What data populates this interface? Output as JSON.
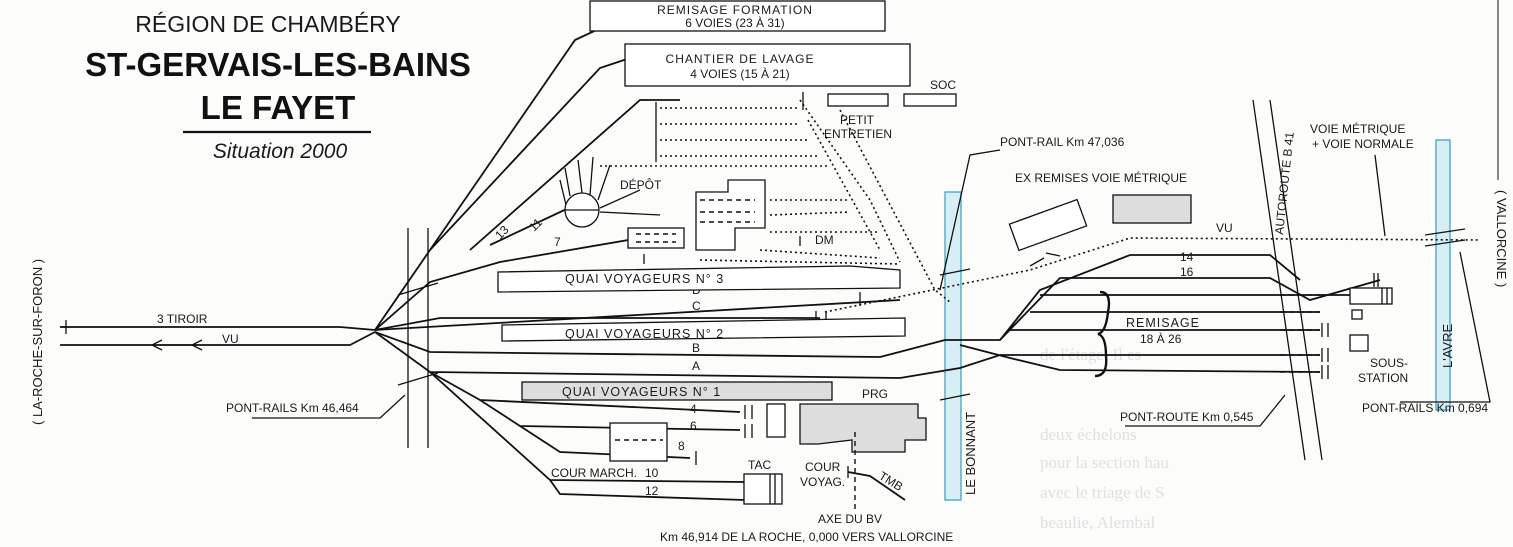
{
  "header": {
    "region": "RÉGION DE CHAMBÉRY",
    "station": "ST-GERVAIS-LES-BAINS",
    "station2": "LE FAYET",
    "situation": "Situation 2000"
  },
  "labels": {
    "remisage_formation": "REMISAGE FORMATION",
    "remisage_formation_sub": "6 VOIES (23 À 31)",
    "chantier_lavage": "CHANTIER DE LAVAGE",
    "chantier_lavage_sub": "4 VOIES (15 À 21)",
    "soc": "SOC",
    "petit": "PETIT",
    "entretien": "ENTRETIEN",
    "depot": "DÉPÔT",
    "dm": "DM",
    "quai3": "QUAI        VOYAGEURS      N° 3",
    "quai2": "QUAI        VOYAGEURS      N° 2",
    "quai1": "QUAI        VOYAGEURS      N° 1",
    "prg": "PRG",
    "tiroir": "3  TIROIR",
    "vu_left": "VU",
    "vu_right": "VU",
    "pont_rail_47": "PONT-RAIL Km 47,036",
    "ex_remises": "EX REMISES  VOIE MÉTRIQUE",
    "autoroute": "AUTOROUTE B 41",
    "voie_metrique": "VOIE MÉTRIQUE",
    "voie_normale": "+ VOIE NORMALE",
    "remisage": "REMISAGE",
    "remisage_sub": "18 À 26",
    "sous": "SOUS-",
    "station_word": "STATION",
    "pont_route": "PONT-ROUTE Km 0,545",
    "pont_rails_right": "PONT-RAILS Km 0,694",
    "pont_rails_left": "PONT-RAILS Km 46,464",
    "la_roche": "( LA-ROCHE-SUR-FORON )",
    "vallorcine": "( VALLORCINE )",
    "le_bonnant": "LE BONNANT",
    "l_avre": "L'AVRE",
    "cour_march": "COUR MARCH.",
    "tac": "TAC",
    "cour": "COUR",
    "voyag": "VOYAG.",
    "tmb": "TMB",
    "axe": "AXE DU BV",
    "km_note": "Km 46,914 DE LA ROCHE, 0,000 VERS VALLORCINE"
  },
  "track_numbers": {
    "t13": "13",
    "t11": "11",
    "t7": "7",
    "d": "D",
    "c": "C",
    "b": "B",
    "a": "A",
    "t4": "4",
    "t6": "6",
    "t8": "8",
    "t10": "10",
    "t12": "12",
    "t14": "14",
    "t16": "16"
  },
  "colors": {
    "river": "#d8eef5",
    "river_edge": "#3aa7c9",
    "ink": "#111111"
  }
}
